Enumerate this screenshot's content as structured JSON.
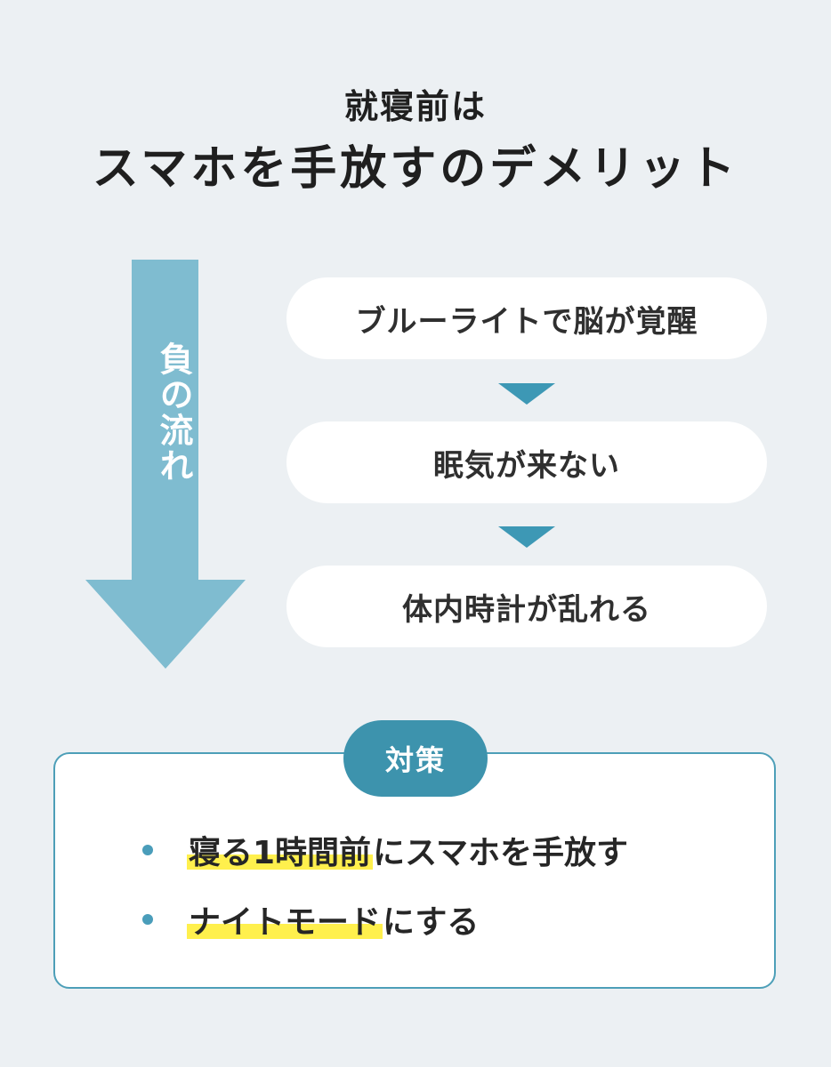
{
  "title": {
    "line1": "就寝前は",
    "line2": "スマホを手放すのデメリット"
  },
  "flow": {
    "label": "負の流れ",
    "steps": [
      "ブルーライトで脳が覚醒",
      "眠気が来ない",
      "体内時計が乱れる"
    ]
  },
  "countermeasure": {
    "badge": "対策",
    "items": [
      {
        "highlight": "寝る1時間前",
        "rest": "にスマホを手放す"
      },
      {
        "highlight": "ナイトモード",
        "rest": "にする"
      }
    ]
  },
  "colors": {
    "background": "#ecf0f3",
    "flow_arrow": "#7fbcd0",
    "chevron": "#3d98b5",
    "badge": "#3d93ad",
    "panel_border": "#4d9fb8",
    "highlight": "#fff04d"
  }
}
